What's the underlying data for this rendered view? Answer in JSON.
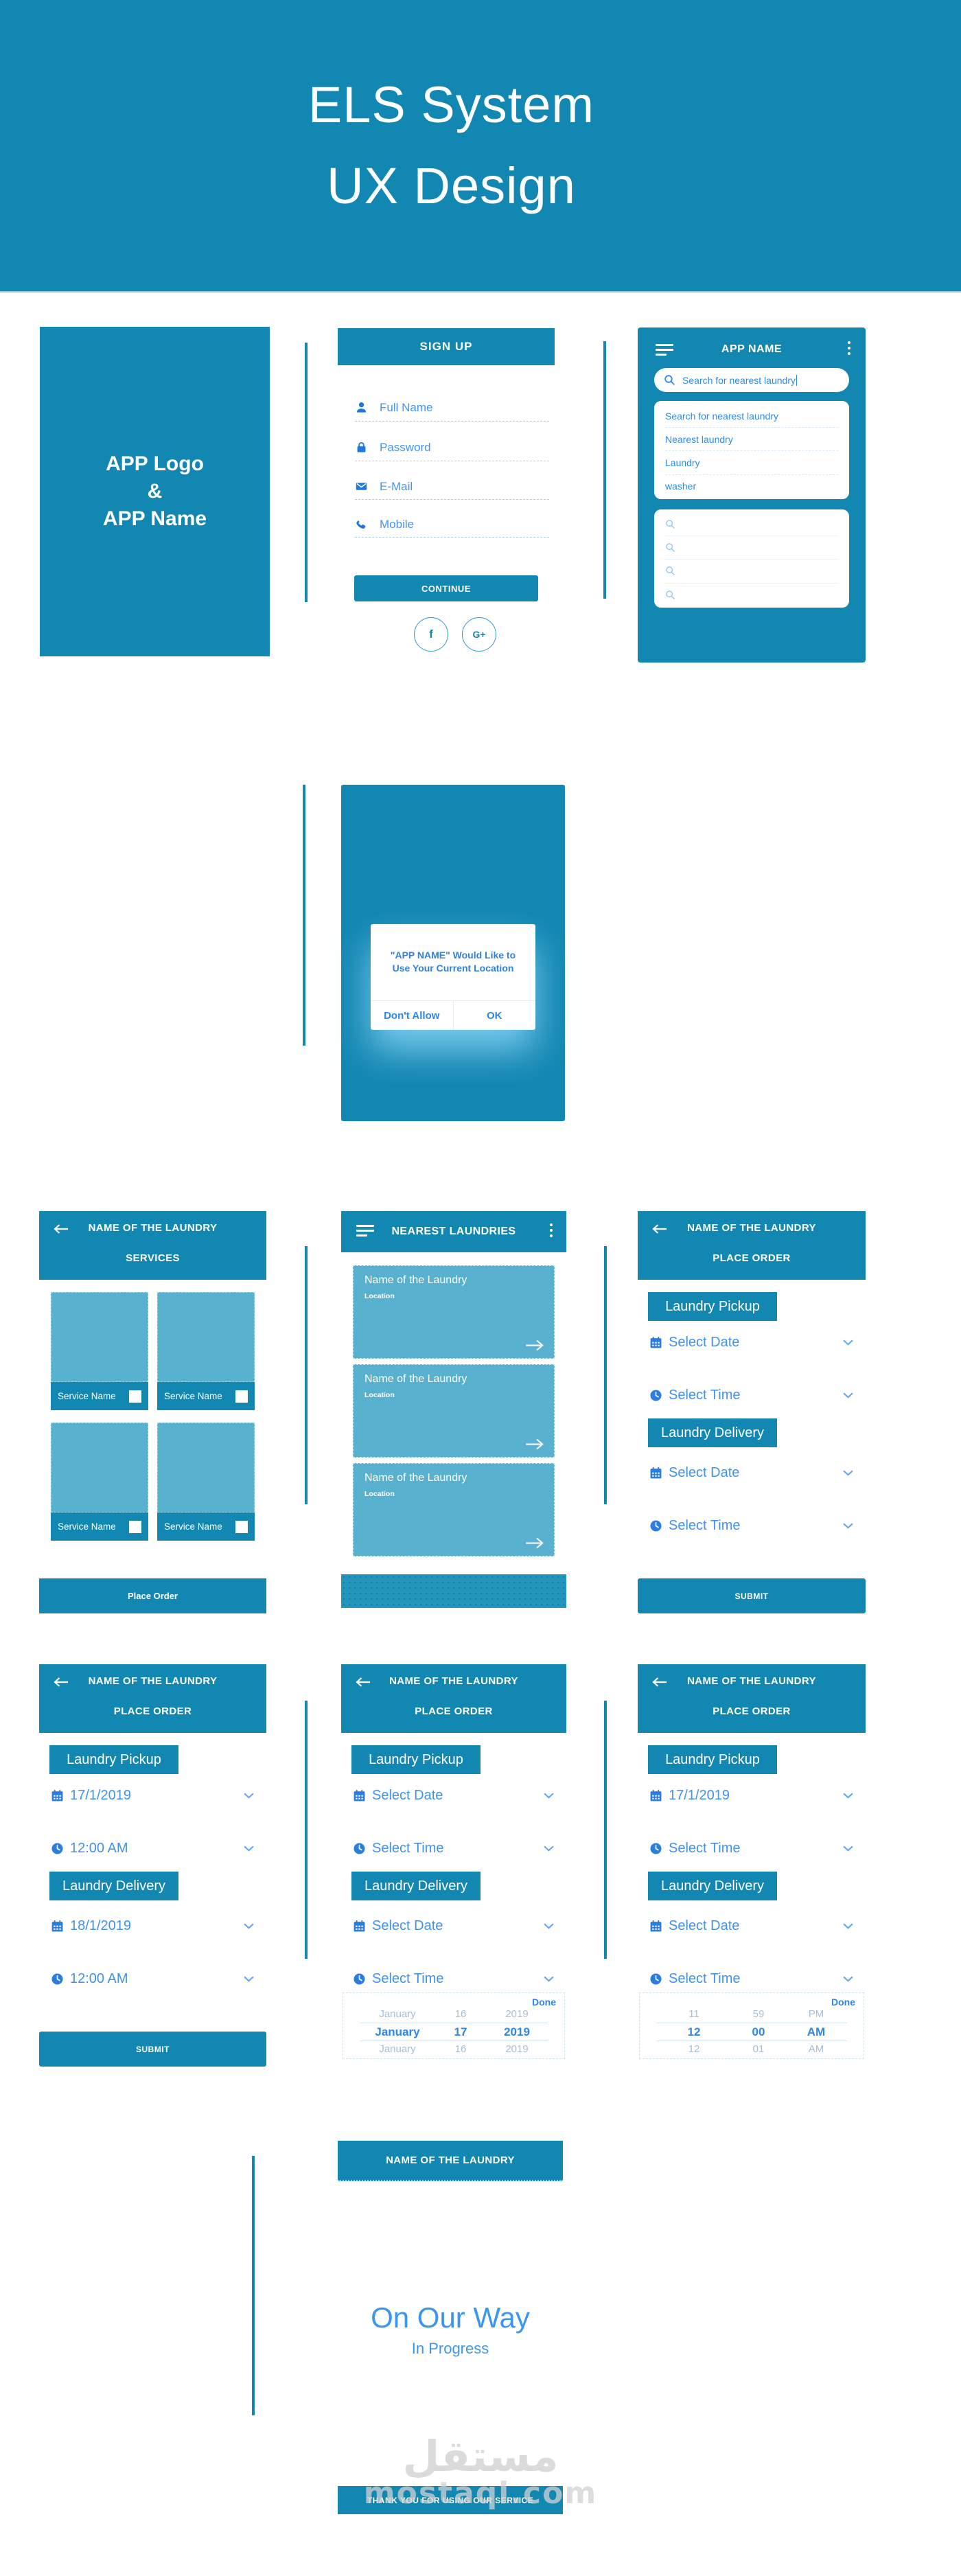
{
  "hero": {
    "title_line1": "ELS System",
    "title_line2": "UX Design"
  },
  "colors": {
    "teal": "#1287B2",
    "card_blue": "#58B2CF",
    "accent_blue": "#2F8BE9",
    "icon_blue": "#1E78E0",
    "muted_blue": "#A7BFD6"
  },
  "logo_screen": {
    "line1": "APP Logo",
    "line2": "&",
    "line3": "APP Name"
  },
  "signup": {
    "title": "SIGN UP",
    "fields": [
      {
        "icon": "person-icon",
        "label": "Full Name"
      },
      {
        "icon": "lock-icon",
        "label": "Password"
      },
      {
        "icon": "mail-icon",
        "label": "E-Mail"
      },
      {
        "icon": "phone-icon",
        "label": "Mobile"
      }
    ],
    "continue_label": "CONTINUE",
    "facebook_label": "f",
    "gplus_label": "G+"
  },
  "search_screen": {
    "title": "APP NAME",
    "query": "Search for nearest laundry",
    "suggestions": [
      "Search for nearest laundry",
      "Nearest laundry",
      "Laundry",
      "washer"
    ]
  },
  "location_dialog": {
    "message_line1": "\"APP NAME\" Would Like to",
    "message_line2": "Use Your Current Location",
    "deny_label": "Don't Allow",
    "ok_label": "OK"
  },
  "services_screen": {
    "title": "NAME OF THE LAUNDRY",
    "subtitle": "SERVICES",
    "service_label": "Service Name",
    "cta_label": "Place Order"
  },
  "nearest_screen": {
    "title": "NEAREST LAUNDRIES",
    "laundry_name": "Name of the Laundry",
    "laundry_location": "Location"
  },
  "order": {
    "title": "NAME OF THE LAUNDRY",
    "subtitle": "PLACE ORDER",
    "pickup_label": "Laundry Pickup",
    "delivery_label": "Laundry Delivery",
    "select_date_label": "Select Date",
    "select_time_label": "Select Time",
    "submit_label": "SUBMIT",
    "pickup_date": "17/1/2019",
    "pickup_time": "12:00 AM",
    "delivery_date": "18/1/2019",
    "delivery_time": "12:00 AM"
  },
  "date_picker": {
    "done_label": "Done",
    "rows": [
      {
        "month": "January",
        "day": "16",
        "year": "2019"
      },
      {
        "month": "January",
        "day": "17",
        "year": "2019"
      },
      {
        "month": "January",
        "day": "16",
        "year": "2019"
      }
    ]
  },
  "time_picker": {
    "done_label": "Done",
    "rows": [
      {
        "hour": "11",
        "minute": "59",
        "period": "PM"
      },
      {
        "hour": "12",
        "minute": "00",
        "period": "AM"
      },
      {
        "hour": "12",
        "minute": "01",
        "period": "AM"
      }
    ]
  },
  "progress_screen": {
    "title": "NAME OF THE LAUNDRY",
    "heading": "On Our Way",
    "subheading": "In Progress",
    "footer": "THANK YOU FOR USING OUR SERVICE"
  },
  "watermark": {
    "arabic": "مستقل",
    "latin": "mostaql.com"
  }
}
